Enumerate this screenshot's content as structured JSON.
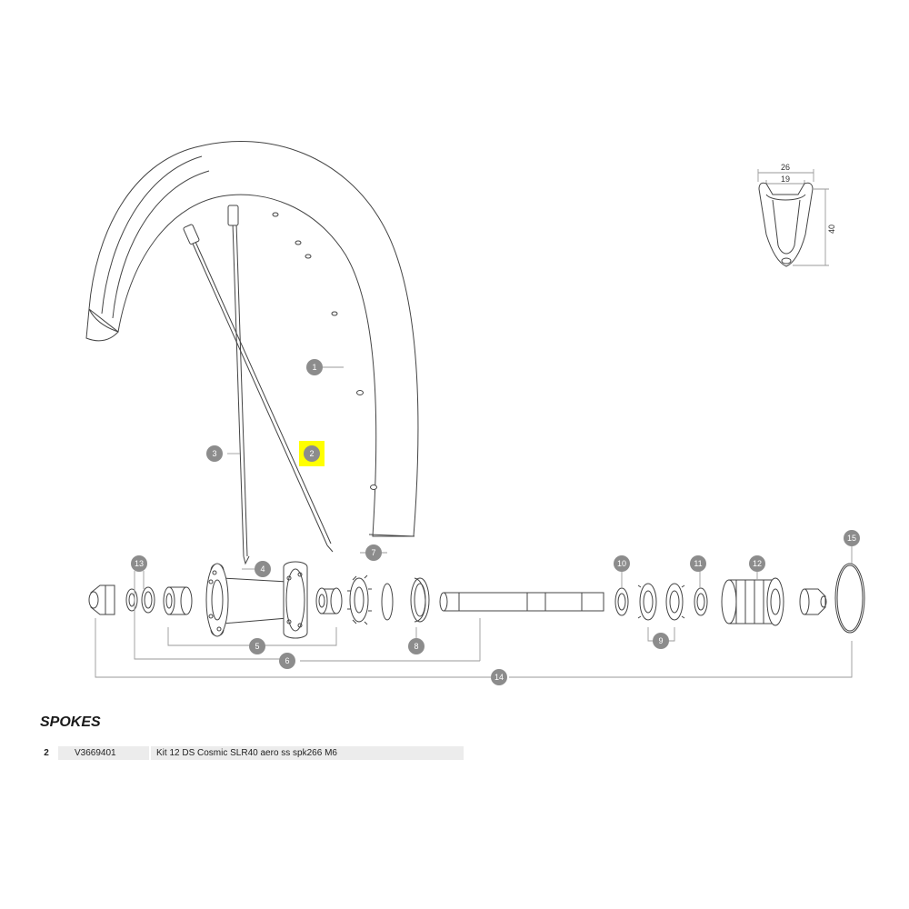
{
  "callouts": {
    "c1": "1",
    "c2": "2",
    "c3": "3",
    "c4": "4",
    "c5": "5",
    "c6": "6",
    "c7": "7",
    "c8": "8",
    "c9": "9",
    "c10": "10",
    "c11": "11",
    "c12": "12",
    "c13": "13",
    "c14": "14",
    "c15": "15"
  },
  "rim_profile": {
    "outer_width": "26",
    "inner_width": "19",
    "height": "40"
  },
  "highlight_color": "#ffff00",
  "section": {
    "title": "SPOKES"
  },
  "parts": [
    {
      "ref": "2",
      "code": "V3669401",
      "description": "Kit 12 DS Cosmic SLR40 aero ss spk266 M6"
    }
  ]
}
